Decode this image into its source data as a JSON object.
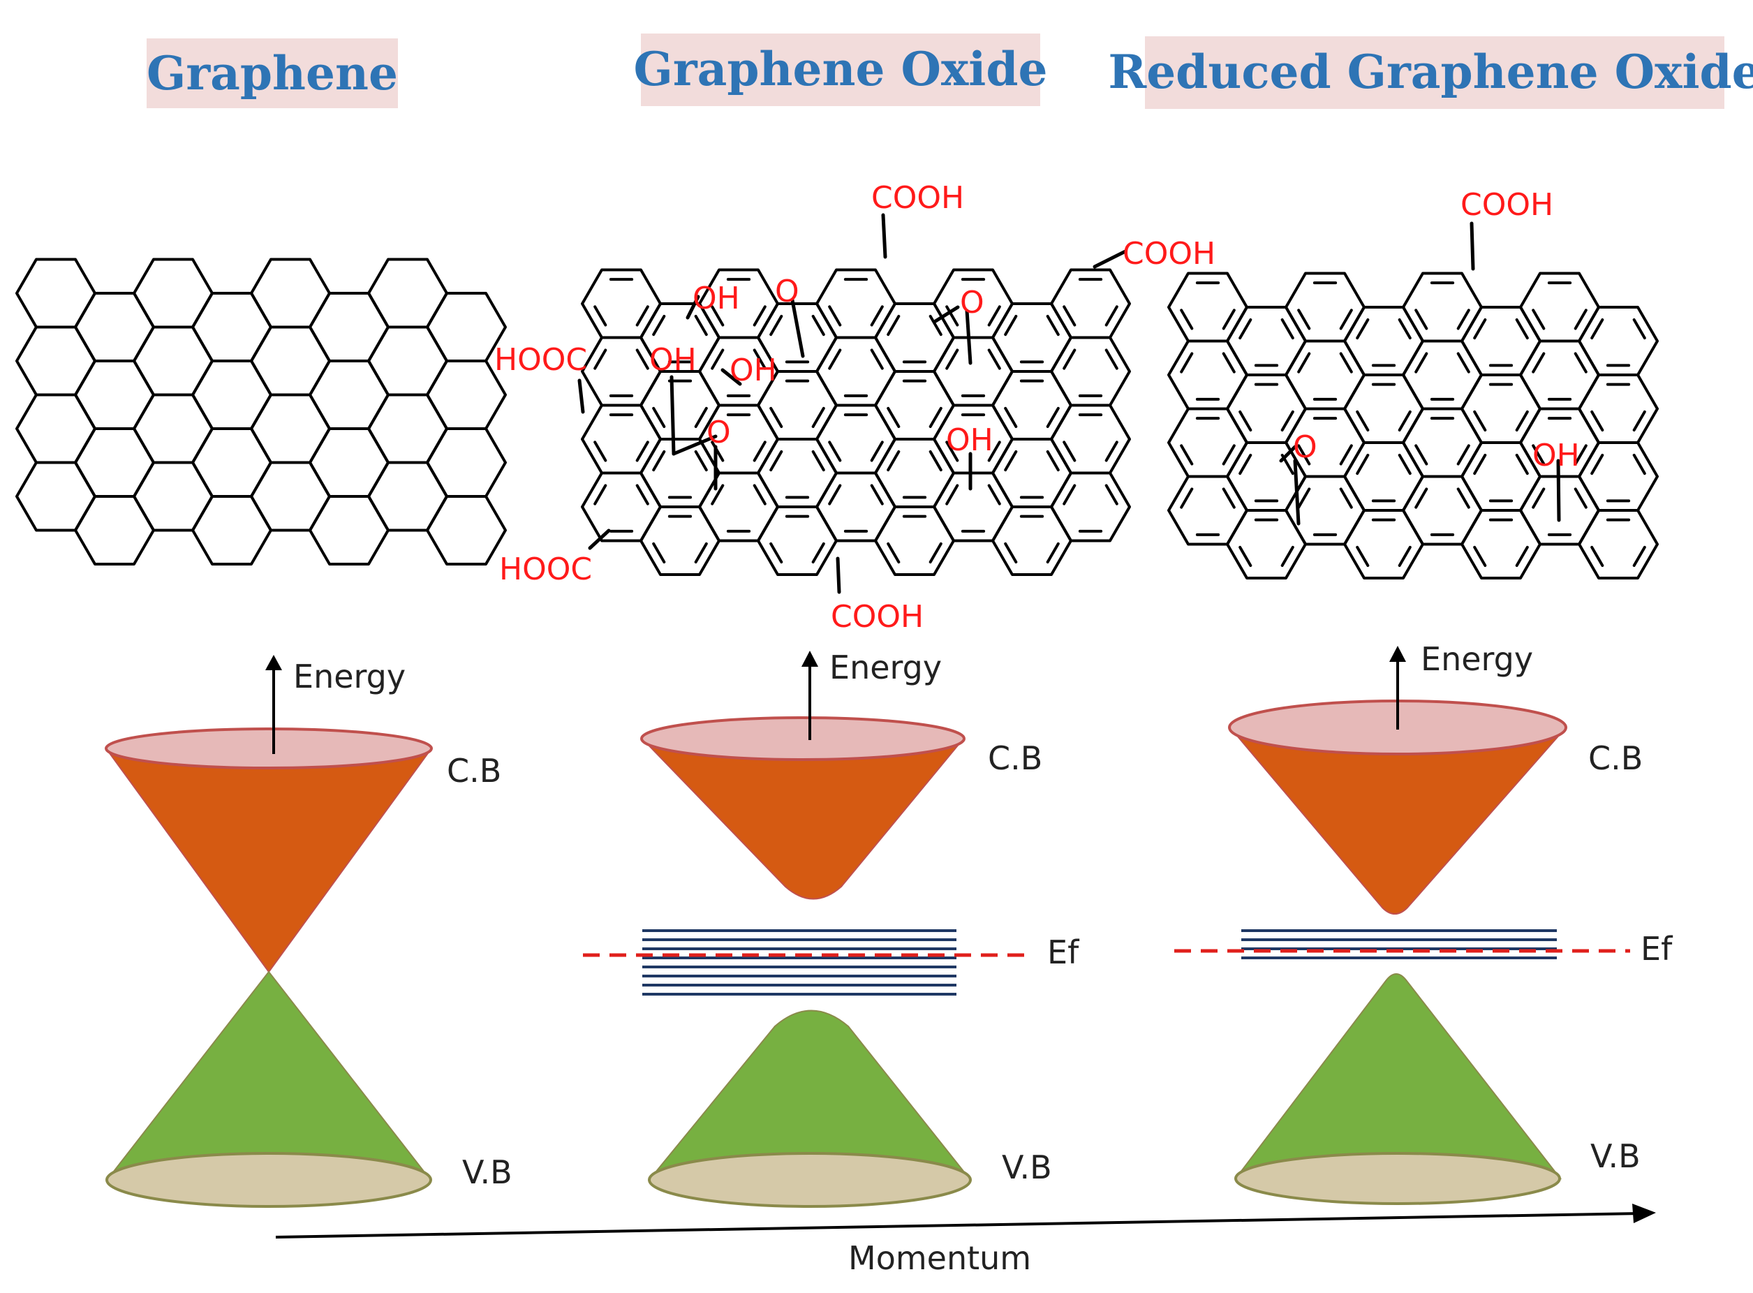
{
  "panels": [
    {
      "title": "Graphene",
      "energy_label": "Energy",
      "cb_label": "C.B",
      "vb_label": "V.B",
      "ef_label": ""
    },
    {
      "title": "Graphene Oxide",
      "energy_label": "Energy",
      "cb_label": "C.B",
      "vb_label": "V.B",
      "ef_label": "Ef"
    },
    {
      "title": "Reduced Graphene Oxide",
      "energy_label": "Energy",
      "cb_label": "C.B",
      "vb_label": "V.B",
      "ef_label": "Ef"
    }
  ],
  "functional_groups": {
    "go": [
      "COOH",
      "COOH",
      "OH",
      "O",
      "O",
      "HOOC",
      "OH",
      "OH",
      "O",
      "OH",
      "HOOC",
      "COOH"
    ],
    "rgo": [
      "COOH",
      "O",
      "OH"
    ]
  },
  "axis": {
    "momentum_label": "Momentum"
  },
  "colors": {
    "title_text": "#2e74b5",
    "title_box": "#f2dcdb",
    "functional_group": "#ff1a1a",
    "conduction_band": "#d55a12",
    "valence_band": "#77b041",
    "fermi_level": "#e0201c",
    "defect_states": "#1f3864"
  }
}
